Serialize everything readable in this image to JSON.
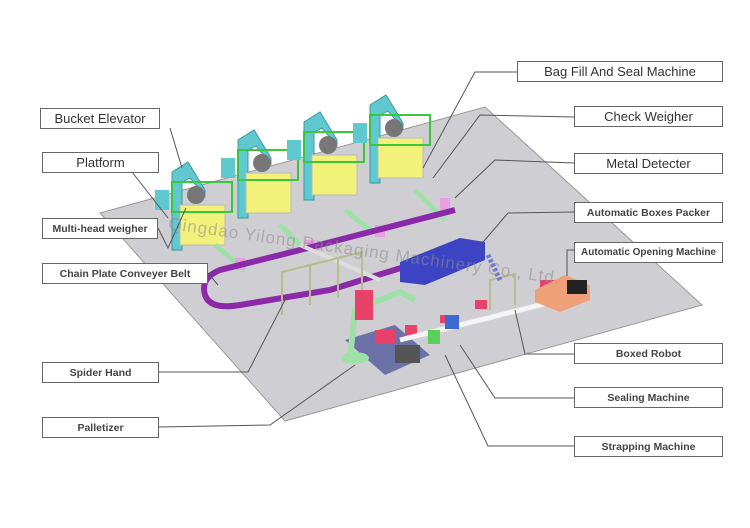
{
  "watermark": "Qingdao Yilong Packaging Machinery Co., Ltd.",
  "labels_left": [
    {
      "id": "bucket-elevator",
      "text": "Bucket Elevator"
    },
    {
      "id": "platform",
      "text": "Platform"
    },
    {
      "id": "multi-head-weigher",
      "text": "Multi-head weigher"
    },
    {
      "id": "chain-plate-conveyer-belt",
      "text": "Chain Plate Conveyer Belt"
    },
    {
      "id": "spider-hand",
      "text": "Spider Hand"
    },
    {
      "id": "palletizer",
      "text": "Palletizer"
    }
  ],
  "labels_right": [
    {
      "id": "bag-fill-and-seal-machine",
      "text": "Bag Fill And Seal Machine"
    },
    {
      "id": "check-weigher",
      "text": "Check Weigher"
    },
    {
      "id": "metal-detecter",
      "text": "Metal Detecter"
    },
    {
      "id": "automatic-boxes-packer",
      "text": "Automatic Boxes Packer"
    },
    {
      "id": "automatic-opening-machine",
      "text": "Automatic Opening Machine"
    },
    {
      "id": "boxed-robot",
      "text": "Boxed Robot"
    },
    {
      "id": "sealing-machine",
      "text": "Sealing Machine"
    },
    {
      "id": "strapping-machine",
      "text": "Strapping Machine"
    }
  ],
  "colors": {
    "floor": "#cfcfd3",
    "elevator": "#5fc9cf",
    "platform": "#3cc63c",
    "bagger": "#f2f27a",
    "conveyor": "#8a2aa8",
    "packer": "#3c44c4",
    "robot": "#9ee0a8",
    "boxes": "#e8416a",
    "opener": "#f0a078"
  }
}
